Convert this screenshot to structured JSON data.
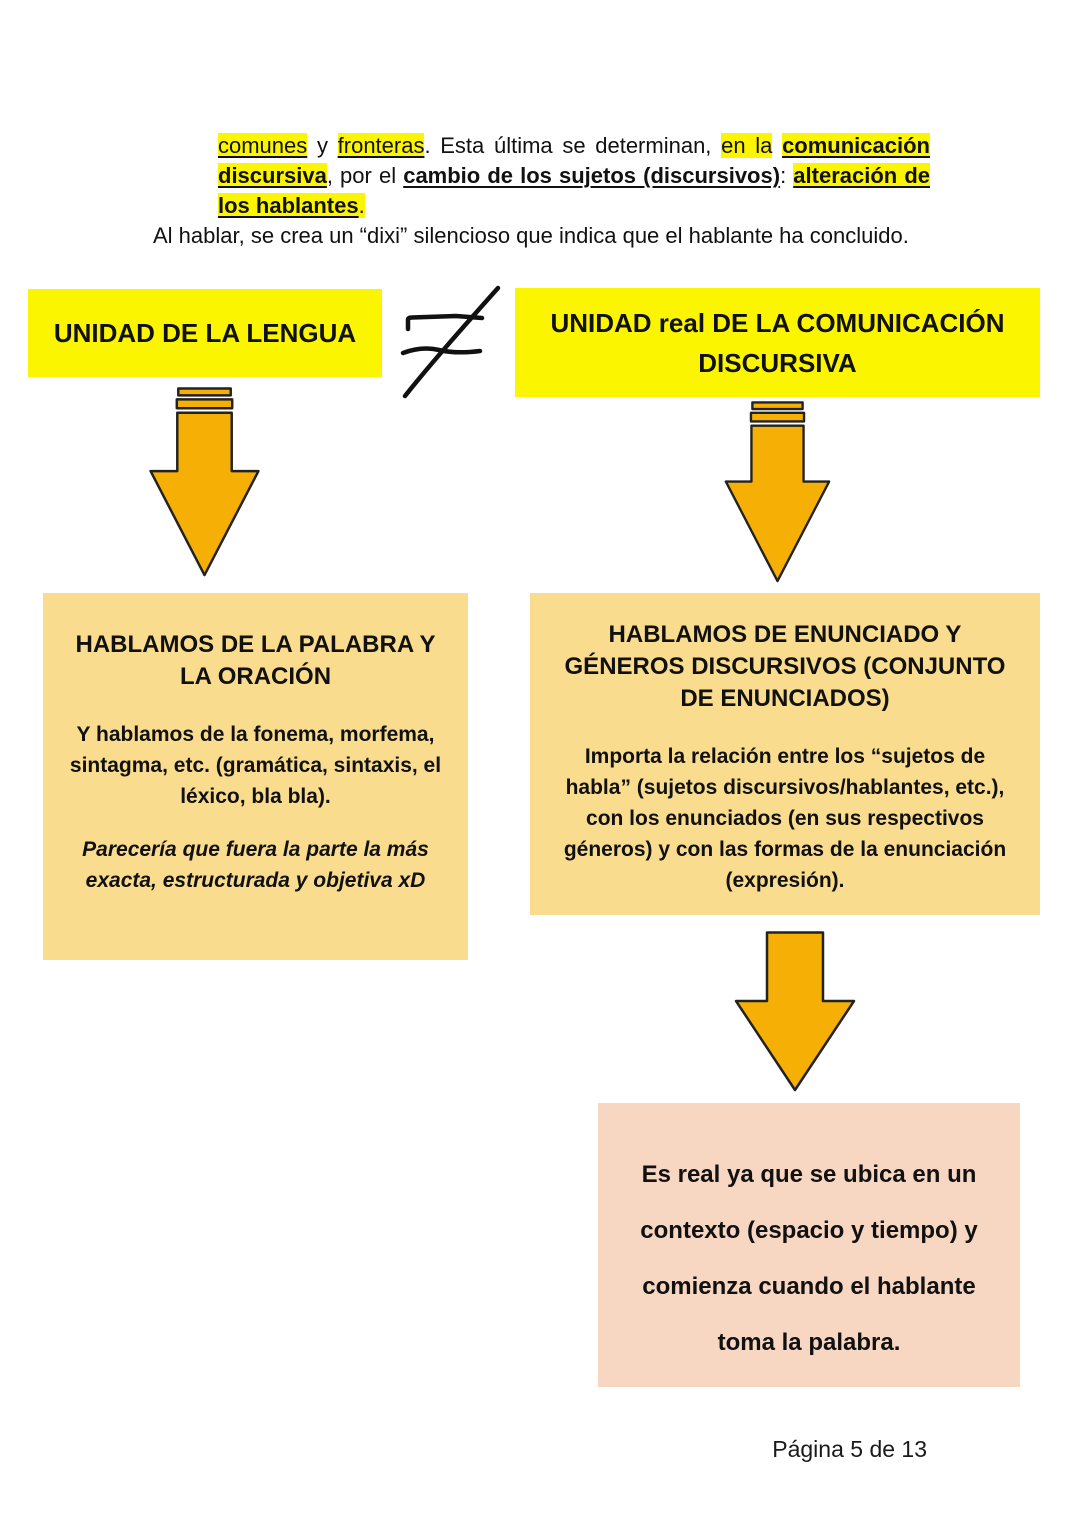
{
  "colors": {
    "page_bg": "#ffffff",
    "ink": "#111111",
    "highlight": "#FCF500",
    "yellow_box": "#FCF500",
    "tan_box": "#F9DC8E",
    "pink_box": "#F8D7C2",
    "arrow_fill": "#F6B005",
    "arrow_outline": "#222222",
    "footer_text": "#1a1a1a"
  },
  "intro": {
    "paragraph1_runs": [
      {
        "t": "comunes",
        "s": "hl u"
      },
      {
        "t": " y ",
        "s": ""
      },
      {
        "t": "fronteras",
        "s": "hl u"
      },
      {
        "t": ". Esta última se determinan, ",
        "s": ""
      },
      {
        "t": "en la",
        "s": "hl"
      },
      {
        "t": " ",
        "s": ""
      },
      {
        "t": "comunicación discursiva",
        "s": "hl b u"
      },
      {
        "t": ", por el ",
        "s": ""
      },
      {
        "t": "cambio de los sujetos (discursivos)",
        "s": "b u"
      },
      {
        "t": ": ",
        "s": ""
      },
      {
        "t": "alteración de los hablantes",
        "s": "hl b u"
      },
      {
        "t": ".",
        "s": "hl"
      }
    ],
    "paragraph2": "Al hablar, se crea un “dixi” silencioso que indica que el hablante ha concluido."
  },
  "diagram": {
    "left_yellow_title": "UNIDAD DE LA LENGUA",
    "right_yellow_title": "UNIDAD real DE LA COMUNICACIÓN DISCURSIVA",
    "not_equal_symbol": "≠",
    "left_tan": {
      "heading": "HABLAMOS DE LA PALABRA Y LA ORACIÓN",
      "body": "Y hablamos de la fonema, morfema, sintagma, etc. (gramática, sintaxis, el léxico, bla bla).",
      "note_italic": "Parecería que fuera la parte la más exacta, estructurada y objetiva xD"
    },
    "right_tan": {
      "heading": "HABLAMOS DE ENUNCIADO Y GÉNEROS DISCURSIVOS (CONJUNTO DE ENUNCIADOS)",
      "body": "Importa la relación entre los “sujetos de habla” (sujetos discursivos/hablantes, etc.), con los enunciados (en sus respectivos géneros) y con las formas de la enunciación (expresión)."
    },
    "pink_box_text": "Es real ya que se ubica en un contexto (espacio y tiempo) y comienza cuando el hablante toma la palabra."
  },
  "footer": {
    "page_label": "Página 5 de 13"
  }
}
